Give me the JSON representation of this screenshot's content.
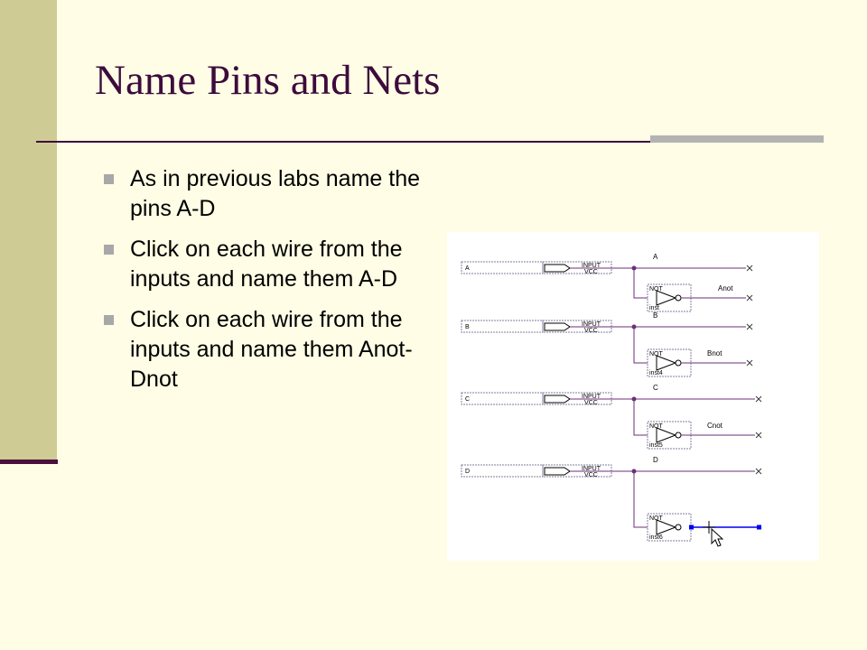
{
  "slide": {
    "title": "Name Pins and Nets",
    "bullets": [
      "As in previous labs name the pins A-D",
      "Click on each wire from the inputs and name them A-D",
      "Click on each wire from the inputs and name them Anot-Dnot"
    ]
  },
  "schematic": {
    "pin_type": "INPUT",
    "pin_default": "VCC",
    "gate_type": "NOT",
    "rows": [
      {
        "pin": "A",
        "net": "A",
        "inst": "inst",
        "out_net": "Anot"
      },
      {
        "pin": "B",
        "net": "B",
        "inst": "inst4",
        "out_net": "Bnot"
      },
      {
        "pin": "C",
        "net": "C",
        "inst": "inst5",
        "out_net": "Cnot"
      },
      {
        "pin": "D",
        "net": "D",
        "inst": "inst6",
        "out_net": ""
      }
    ],
    "colors": {
      "wire": "#6b2f7a",
      "pin_box": "#7f7f9f",
      "selected": "#0000ee"
    },
    "icons": [
      "move-cursor-icon",
      "arrow-cursor-icon"
    ]
  }
}
